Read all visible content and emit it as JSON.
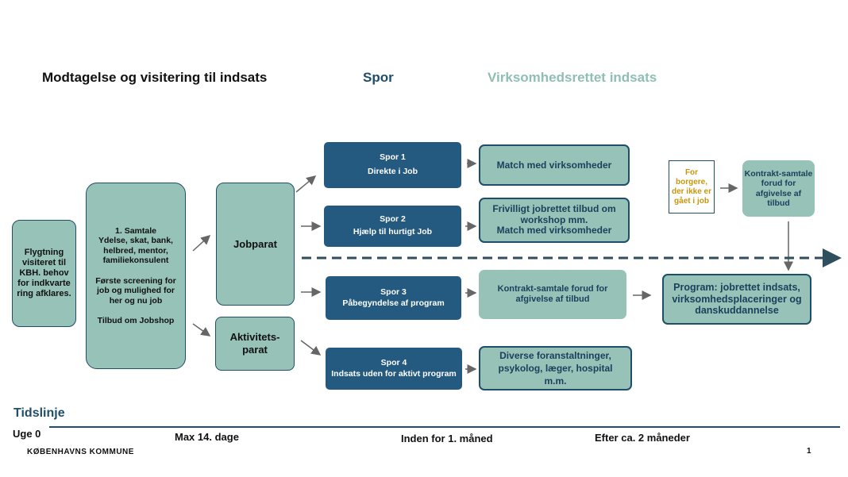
{
  "headers": {
    "left": "Modtagelse og visitering til indsats",
    "spor": "Spor",
    "right": "Virksomhedsrettet  indsats"
  },
  "boxes": {
    "flygtning": "Flygtning visiteret til KBH. behov for indkvarte ring afklares.",
    "samtale": "1. Samtale\nYdelse, skat, bank, helbred, mentor, familiekonsulent\n\nFørste screening for job og mulighed for her og nu job\n\nTilbud om Jobshop",
    "jobparat": "Jobparat",
    "aktivitetsparat": "Aktivitets-\nparat",
    "spor1": "Spor 1\nDirekte i Job",
    "spor2": "Spor 2\nHjælp til hurtigt Job",
    "spor3": "Spor 3\nPåbegyndelse af program",
    "spor4": "Spor 4\nIndsats uden for aktivt program",
    "match": "Match med virksomheder",
    "frivilligt": "Frivilligt jobrettet tilbud om workshop mm.\nMatch med virksomheder",
    "kontrakt_samtale": "Kontrakt-samtale forud for afgivelse af tilbud",
    "diverse": "Diverse  foranstaltninger, psykolog, læger, hospital\nm.m.",
    "program": "Program: jobrettet indsats, virksomhedsplaceringer og danskuddannelse",
    "note": "For borgere, der ikke er gået i job",
    "kontrakt_right": "Kontrakt-samtale forud for afgivelse af tilbud"
  },
  "timeline": {
    "title": "Tidslinje",
    "week0": "Uge 0",
    "max14": "Max 14. dage",
    "inden": "Inden for 1. måned",
    "efter": "Efter ca. 2 måneder"
  },
  "footer": {
    "org": "KØBENHAVNS  KOMMUNE",
    "page": "1"
  },
  "colors": {
    "teal": "#96c2b7",
    "dark_blue": "#255a80",
    "navy": "#1f4e6b",
    "note_text": "#c8960c"
  }
}
